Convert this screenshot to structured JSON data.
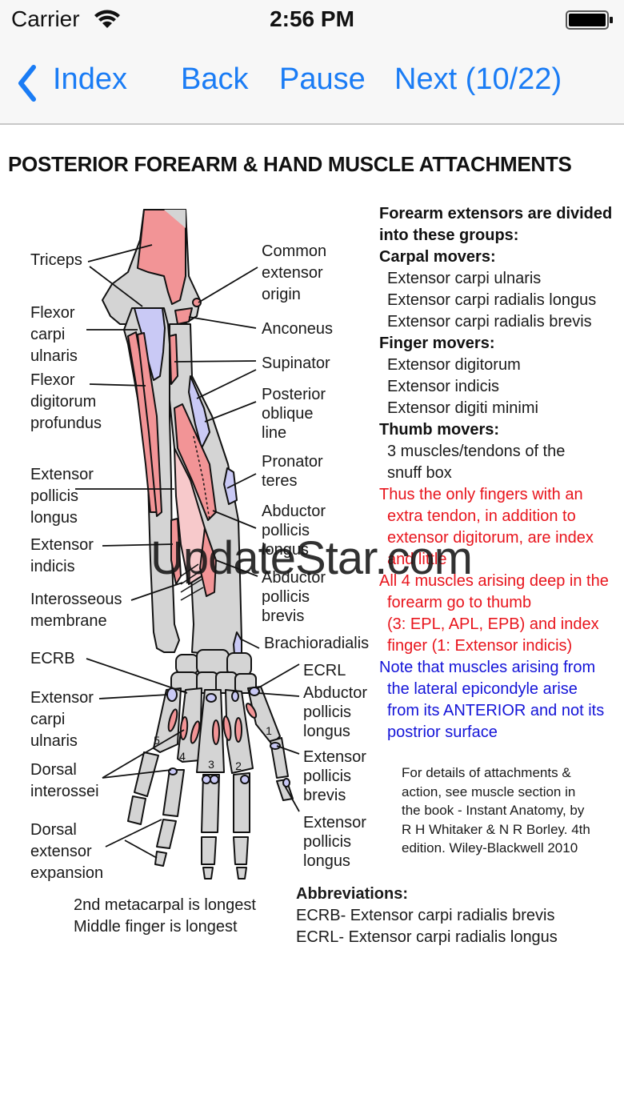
{
  "status_bar": {
    "carrier": "Carrier",
    "time": "2:56 PM",
    "wifi_icon": "wifi-icon",
    "battery_icon": "battery-full-icon"
  },
  "nav": {
    "back_icon": "chevron-left-icon",
    "index_label": "Index",
    "back_label": "Back",
    "pause_label": "Pause",
    "next_label": "Next (10/22)",
    "current_page": 10,
    "total_pages": 22,
    "accent_color": "#1a7cf5"
  },
  "page": {
    "title": "POSTERIOR FOREARM & HAND MUSCLE ATTACHMENTS"
  },
  "diagram": {
    "colors": {
      "bone": "#d4d4d4",
      "muscle_origin": "#f29496",
      "muscle_light": "#f7c9cb",
      "insertion": "#c9c9f5",
      "outline": "#111111"
    },
    "left_labels": {
      "triceps": "Triceps",
      "fcu": "Flexor\ncarpi\nulnaris",
      "fdp": "Flexor\ndigitorum\nprofundus",
      "epl": "Extensor\npollicis\nlongus",
      "ei": "Extensor\nindicis",
      "im": "Interosseous\nmembrane",
      "ecrb": "ECRB",
      "ecu": "Extensor\ncarpi\nulnaris",
      "di": "Dorsal\ninterossei",
      "dee": "Dorsal\nextensor\nexpansion"
    },
    "right_labels": {
      "ceo": "Common\nextensor\norigin",
      "anconeus": "Anconeus",
      "supinator": "Supinator",
      "pol": "Posterior\noblique\nline",
      "pt": "Pronator\nteres",
      "apl": "Abductor\npollicis\nlongus",
      "apb": "Abductor\npollicis\nbrevis",
      "br": "Brachioradialis",
      "ecrl": "ECRL",
      "apl2": "Abductor\npollicis\nlongus",
      "epb": "Extensor\npollicis\nbrevis",
      "epl2": "Extensor\npollicis\nlongus"
    },
    "digit_numbers": [
      "1",
      "2",
      "3",
      "4",
      "5"
    ]
  },
  "notes": {
    "intro": [
      "Forearm extensors are divided",
      "into these groups:"
    ],
    "groups": [
      {
        "heading": "Carpal movers:",
        "items": [
          "Extensor carpi ulnaris",
          "Extensor carpi radialis longus",
          "Extensor carpi radialis brevis"
        ]
      },
      {
        "heading": "Finger movers:",
        "items": [
          "Extensor digitorum",
          "Extensor indicis",
          "Extensor digiti minimi"
        ]
      },
      {
        "heading": "Thumb movers:",
        "items": [
          "3 muscles/tendons of the",
          "snuff box"
        ]
      }
    ],
    "red_note_1": [
      "Thus the only fingers with an",
      "extra tendon, in addition to",
      "extensor digitorum, are index",
      "and little"
    ],
    "red_note_2": [
      "All 4 muscles arising deep in the",
      "forearm go to thumb",
      "(3: EPL, APL, EPB) and index",
      "finger (1: Extensor indicis)"
    ],
    "blue_note": [
      "Note that muscles arising from",
      "the lateral epicondyle arise",
      "from its ANTERIOR and not its",
      "postrior surface"
    ],
    "red_color": "#e8141c",
    "blue_color": "#1414d8"
  },
  "details": [
    "For details of attachments &",
    "action,  see muscle section in",
    "the book - Instant Anatomy, by",
    "R H Whitaker & N R Borley. 4th",
    "edition. Wiley-Blackwell 2010"
  ],
  "abbreviations": {
    "heading": "Abbreviations:",
    "items": [
      "ECRB- Extensor carpi radialis brevis",
      "ECRL- Extensor carpi radialis longus"
    ]
  },
  "facts": [
    "2nd metacarpal is longest",
    "Middle finger is longest"
  ],
  "watermark": "UpdateStar.com"
}
